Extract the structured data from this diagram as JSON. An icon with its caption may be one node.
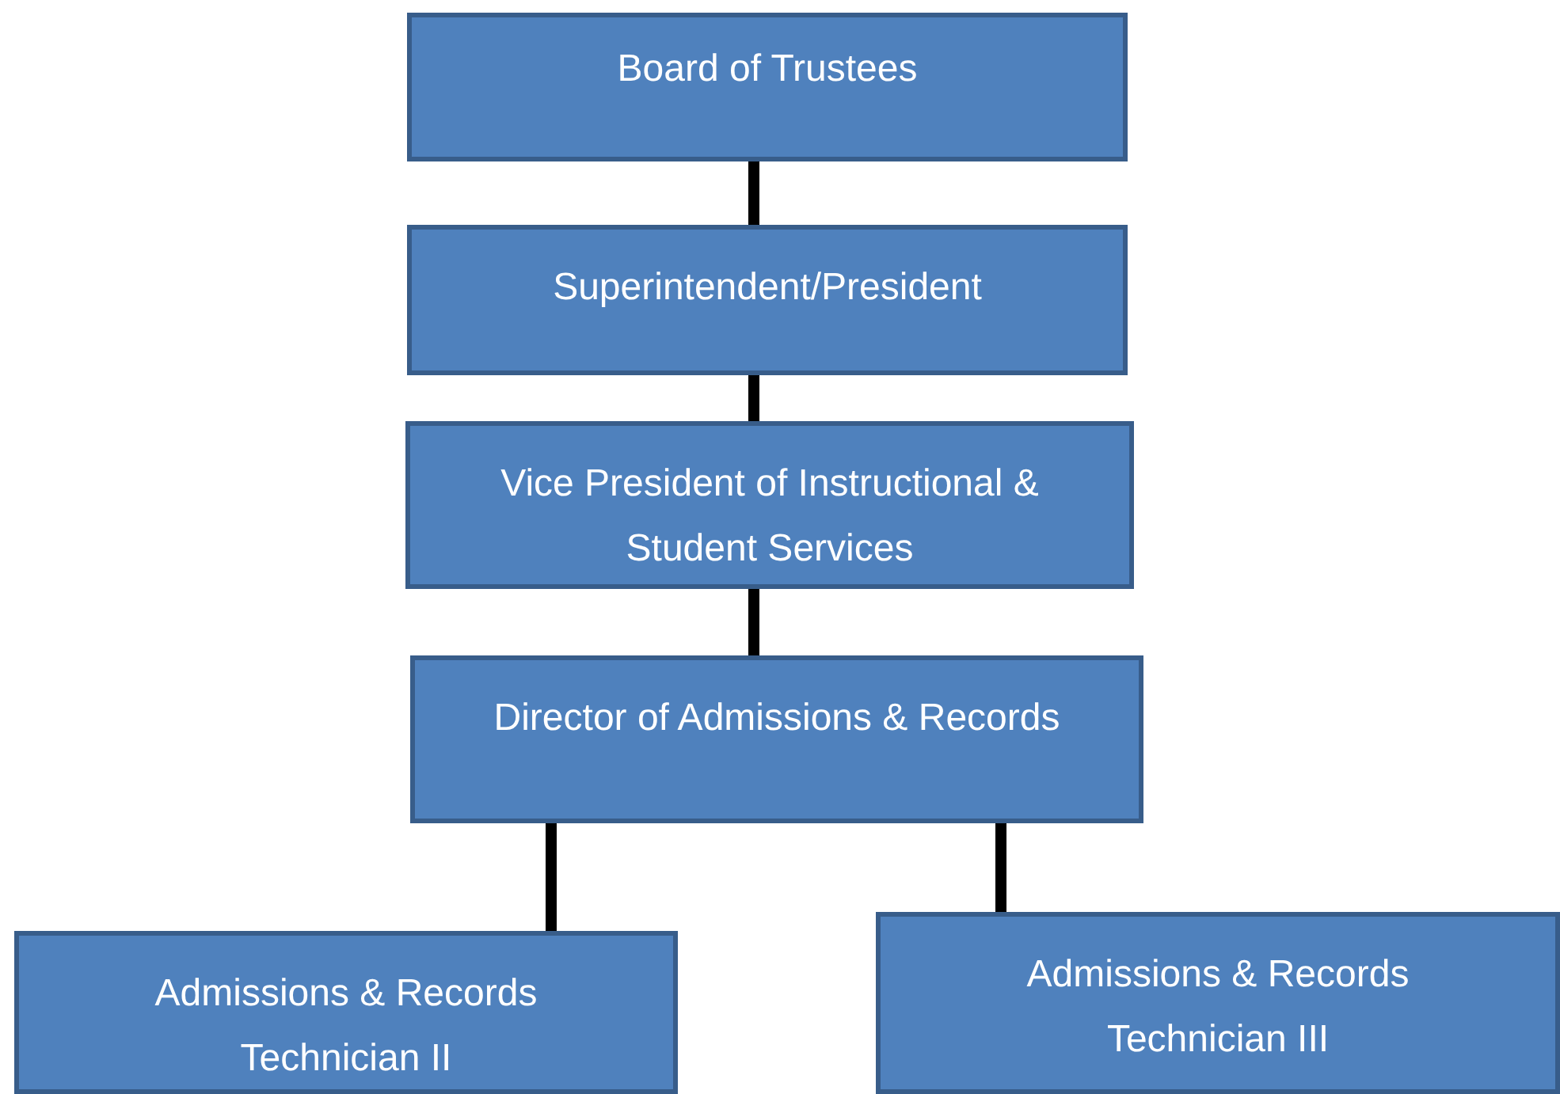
{
  "diagram": {
    "nodes": [
      {
        "text": [
          "Board of Trustees"
        ]
      },
      {
        "text": [
          "Superintendent/President"
        ]
      },
      {
        "text": [
          "Vice President of Instructional & Student Services"
        ]
      },
      {
        "text": [
          "Director of Admissions & Records"
        ]
      },
      {
        "text": [
          "Admissions & Records Technician II"
        ]
      },
      {
        "text": [
          "Admissions & Records Technician III"
        ]
      }
    ],
    "edges": [
      {
        "from": 0,
        "to": 1,
        "arrow": "none"
      },
      {
        "from": 1,
        "to": 2,
        "arrow": "none"
      },
      {
        "from": 2,
        "to": 3,
        "arrow": "none"
      },
      {
        "from": 3,
        "to": 4,
        "arrow": "none"
      },
      {
        "from": 3,
        "to": 5,
        "arrow": "none"
      }
    ]
  }
}
